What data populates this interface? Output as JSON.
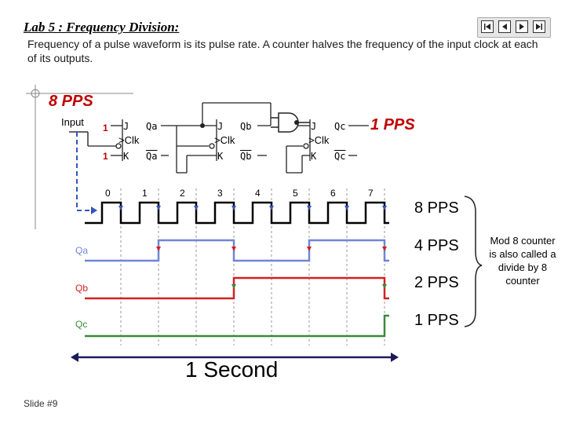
{
  "header": {
    "title": "Lab 5 : Frequency Division:",
    "subtitle": "Frequency of a pulse waveform is its pulse rate. A counter halves the frequency of the input clock at each of its outputs."
  },
  "navigation": {
    "icons": [
      "first-icon",
      "previous-icon",
      "next-icon",
      "last-icon"
    ]
  },
  "circuit": {
    "input_rate": "8 PPS",
    "output_rate": "1 PPS",
    "input_label": "Input",
    "high_level": "1",
    "flipflops": [
      {
        "j": "J",
        "k": "K",
        "clk": ">Clk",
        "q": "Qa",
        "qbar": "Qa"
      },
      {
        "j": "J",
        "k": "K",
        "clk": ">Clk",
        "q": "Qb",
        "qbar": "Qb"
      },
      {
        "j": "J",
        "k": "K",
        "clk": ">Clk",
        "q": "Qc",
        "qbar": "Qc"
      }
    ]
  },
  "timing": {
    "pulse_numbers": [
      "0",
      "1",
      "2",
      "3",
      "4",
      "5",
      "6",
      "7"
    ],
    "signals": [
      {
        "name": "",
        "rate": "8 PPS",
        "color": "#000000"
      },
      {
        "name": "Qa",
        "rate": "4 PPS",
        "color": "#6f86d6"
      },
      {
        "name": "Qb",
        "rate": "2 PPS",
        "color": "#d42020"
      },
      {
        "name": "Qc",
        "rate": "1 PPS",
        "color": "#3a8a3a"
      }
    ],
    "duration_label": "1 Second"
  },
  "note": "Mod 8 counter is also called a divide by 8 counter",
  "footer": {
    "slide": "Slide #9"
  }
}
